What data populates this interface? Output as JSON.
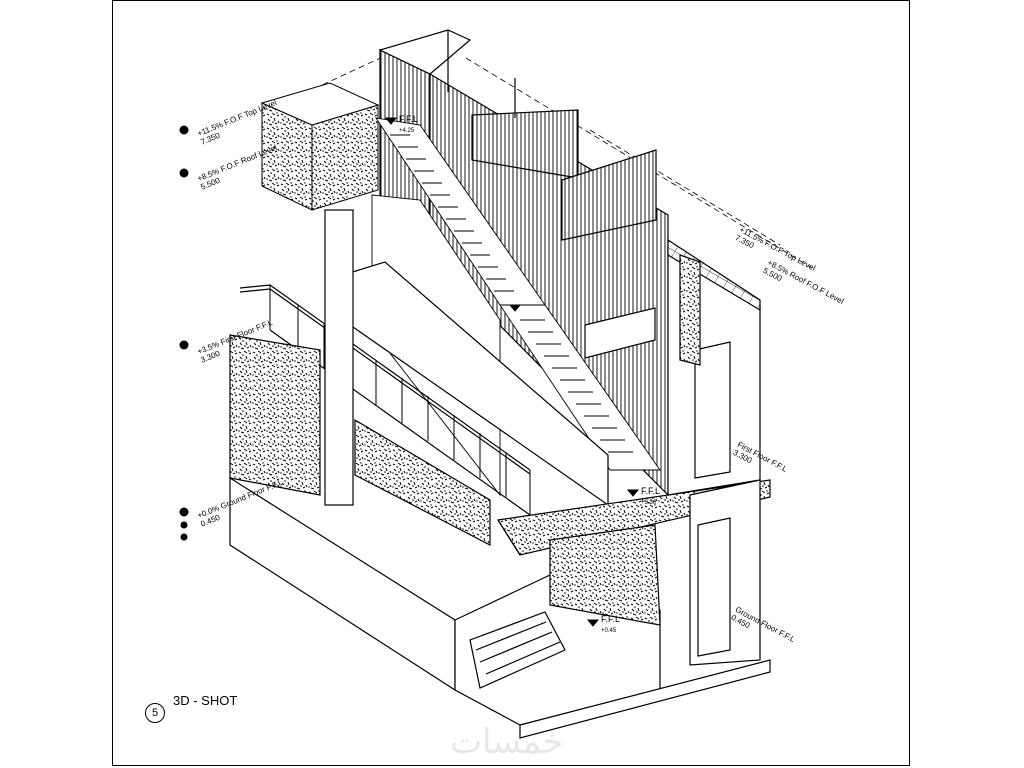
{
  "view": {
    "number": "5",
    "title": "3D  - SHOT"
  },
  "watermark": "خمسات",
  "levels_left": [
    {
      "name": "+11.5% F.O.F Top Level",
      "value": "7.350"
    },
    {
      "name": "+8.5% F.O.F Roof Level",
      "value": "5.500"
    },
    {
      "name": "+3.5% First Floor F.F.L",
      "value": "3.300"
    },
    {
      "name": "+0.0% Ground Floor F.F.L",
      "value": "0.450"
    }
  ],
  "levels_right": [
    {
      "name": "+11.5% F.O.F Top Level",
      "value": "7.350"
    },
    {
      "name": "+8.5% Roof F.O.F Level",
      "value": "5.500"
    },
    {
      "name": "First Floor F.F.L",
      "value": "3.300"
    },
    {
      "name": "Ground Floor F.F.L",
      "value": "0.450"
    }
  ],
  "ffl_tags": [
    {
      "text": "F.F.L",
      "sub": "+3.30"
    },
    {
      "text": "F.F.L",
      "sub": "+0.45"
    },
    {
      "text": "F.F.L",
      "sub": "+4.25"
    }
  ]
}
